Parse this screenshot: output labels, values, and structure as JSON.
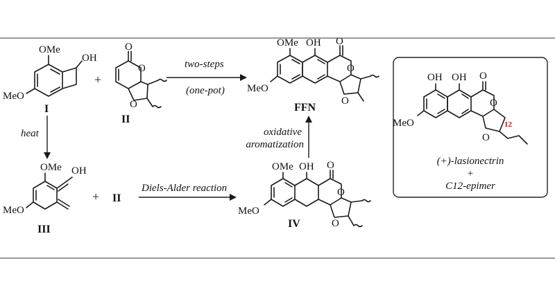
{
  "reagents": {
    "compound_I": "I",
    "compound_II": "II",
    "compound_II_second": "II",
    "compound_III": "III",
    "compound_IV": "IV",
    "product_FFN": "FFN",
    "plus": "+"
  },
  "groups": {
    "ome": "OMe",
    "meo": "MeO",
    "oh": "OH",
    "o": "O"
  },
  "conditions": {
    "two_steps": "two-steps",
    "one_pot": "(one-pot)",
    "heat": "heat",
    "diels_alder": "Diels-Alder reaction",
    "oxidative_line1": "oxidative",
    "oxidative_line2": "aromatization"
  },
  "inset": {
    "name_line1": "(+)-lasionectrin",
    "plus": "+",
    "name_line2": "C12-epimer",
    "position_label": "12",
    "position_color": "#cc1111",
    "box_border_color": "#222222"
  }
}
